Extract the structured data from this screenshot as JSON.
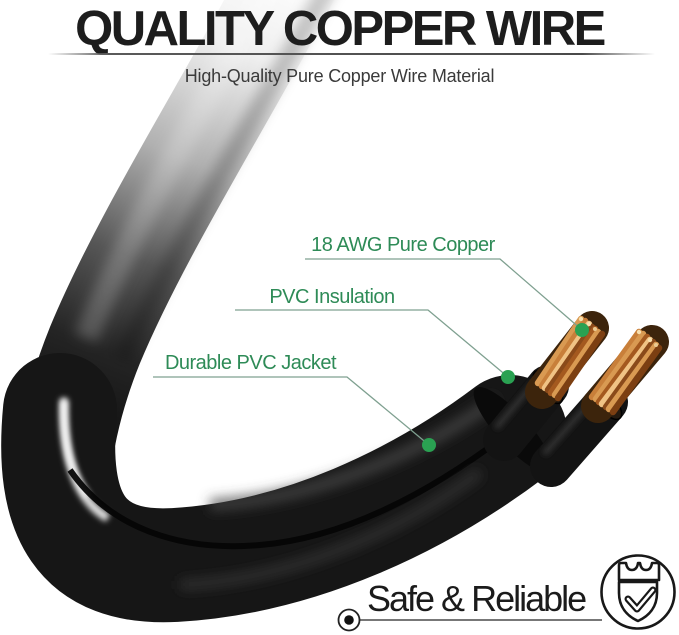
{
  "header": {
    "title": "QUALITY COPPER WIRE",
    "subtitle": "High-Quality Pure Copper Wire Material"
  },
  "annotations": [
    {
      "id": "awg",
      "label": "18 AWG Pure Copper",
      "target": "copper-strands"
    },
    {
      "id": "insulation",
      "label": "PVC Insulation",
      "target": "inner-conductor-insulation"
    },
    {
      "id": "jacket",
      "label": "Durable PVC Jacket",
      "target": "outer-cable-jacket"
    }
  ],
  "footer": {
    "tagline": "Safe & Reliable",
    "badge_icon": "shield-crown-check-icon"
  },
  "colors": {
    "accent_green": "#2E8B57",
    "dot_green": "#2AA152",
    "leader_line": "#7FA090",
    "copper": "#C87F3A",
    "cable_black": "#161616",
    "title_text": "#1D1D1D"
  }
}
